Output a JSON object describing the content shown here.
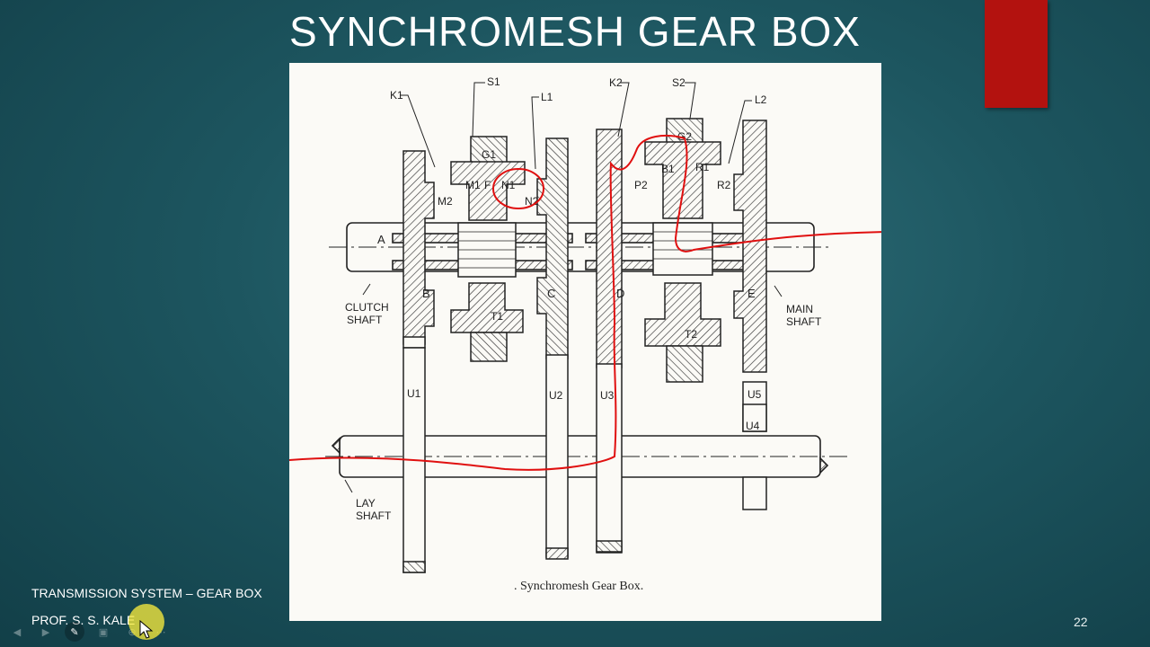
{
  "slide": {
    "title": "SYNCHROMESH GEAR BOX",
    "footer_course": "TRANSMISSION SYSTEM – GEAR BOX",
    "footer_author": "PROF. S. S. KALE",
    "page_number": "22"
  },
  "figure": {
    "caption": ". Synchromesh Gear Box.",
    "labels": {
      "k1": "K1",
      "s1": "S1",
      "l1": "L1",
      "k2": "K2",
      "s2": "S2",
      "l2": "L2",
      "g1": "G1",
      "g2": "G2",
      "m1": "M1",
      "f1": "F",
      "n1": "N1",
      "n2": "N2",
      "m2": "M2",
      "b1": "B1",
      "r1": "R1",
      "p2": "P2",
      "r2": "R2",
      "a": "A",
      "b": "B",
      "c": "C",
      "d": "D",
      "e": "E",
      "t1": "T1",
      "t2": "T2",
      "u1": "U1",
      "u2": "U2",
      "u3": "U3",
      "u4": "U4",
      "u5": "U5",
      "clutch_shaft_1": "CLUTCH",
      "clutch_shaft_2": "SHAFT",
      "main_shaft_1": "MAIN",
      "main_shaft_2": "SHAFT",
      "lay_shaft_1": "LAY",
      "lay_shaft_2": "SHAFT"
    }
  },
  "colors": {
    "annotation": "#e01010",
    "accent": "#b3120f",
    "background": "#1d5660"
  },
  "navigation": {
    "icons": [
      "previous-icon",
      "next-icon",
      "pen-icon",
      "slides-icon",
      "zoom-icon",
      "more-icon"
    ]
  }
}
